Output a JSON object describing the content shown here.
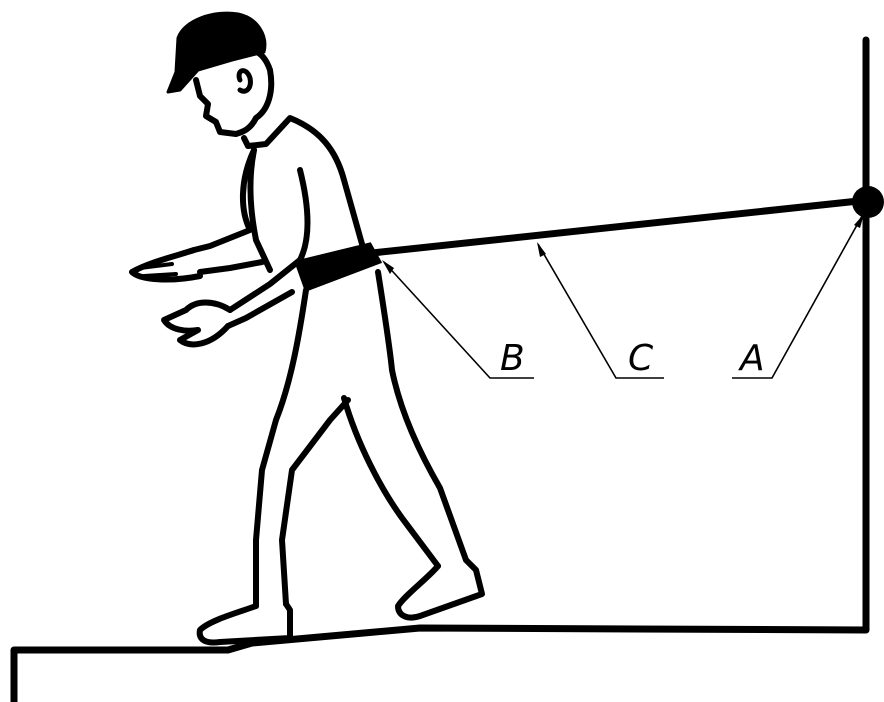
{
  "diagram": {
    "labels": {
      "anchor": "A",
      "belt": "B",
      "lanyard": "C"
    }
  }
}
